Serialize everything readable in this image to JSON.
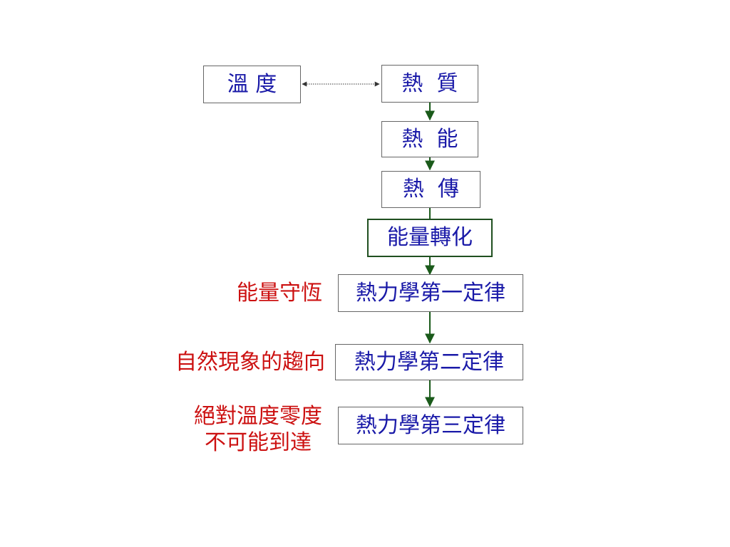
{
  "colors": {
    "box_text": "#1a1aa8",
    "side_label": "#cc1111",
    "arrow": "#1a5a1a",
    "dotted": "#333333"
  },
  "boxes": {
    "temperature": "溫 度",
    "heat_substance": "熱  質",
    "heat_energy": "熱  能",
    "heat_transfer": "熱  傳",
    "energy_conversion": "能量轉化",
    "first_law": "熱力學第一定律",
    "second_law": "熱力學第二定律",
    "third_law": "熱力學第三定律"
  },
  "labels": {
    "energy_conservation": "能量守恆",
    "natural_tendency": "自然現象的趨向",
    "absolute_zero_line1": "絕對溫度零度",
    "absolute_zero_line2": "不可能到達"
  }
}
